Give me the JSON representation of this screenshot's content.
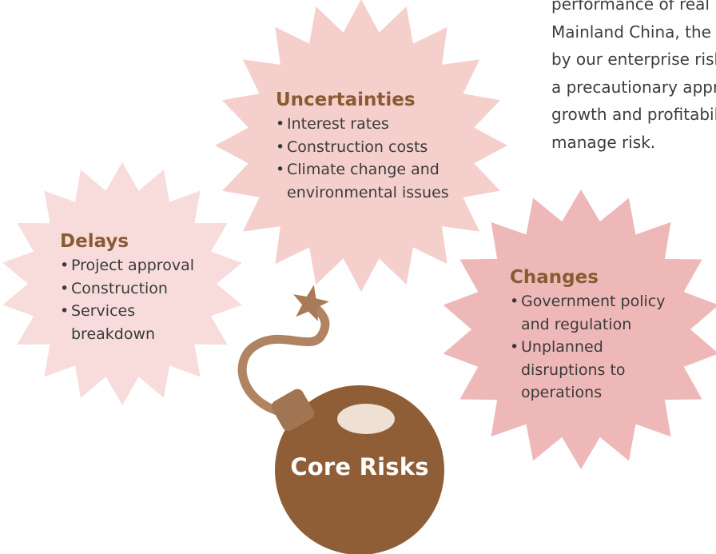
{
  "intro_text_fragment": [
    "performance of real",
    "Mainland China, the",
    "by our enterprise risk",
    "a precautionary appr",
    "growth and profitabil",
    "manage risk."
  ],
  "bursts": {
    "uncertainties": {
      "heading": "Uncertainties",
      "items": [
        "Interest rates",
        "Construction costs",
        "Climate change and\nenvironmental issues"
      ]
    },
    "delays": {
      "heading": "Delays",
      "items": [
        "Project approval",
        "Construction",
        "Services\nbreakdown"
      ]
    },
    "changes": {
      "heading": "Changes",
      "items": [
        "Government policy\nand regulation",
        "Unplanned\ndisruptions to\noperations"
      ]
    }
  },
  "bomb": {
    "label": "Core Risks"
  },
  "colors": {
    "burst_uncertainties": "#f5cfcc",
    "burst_delays": "#f8dcdc",
    "burst_changes": "#efb8b8",
    "bomb_body": "#8f5e37",
    "heading": "#8a5a33",
    "fuse": "#b08463"
  }
}
